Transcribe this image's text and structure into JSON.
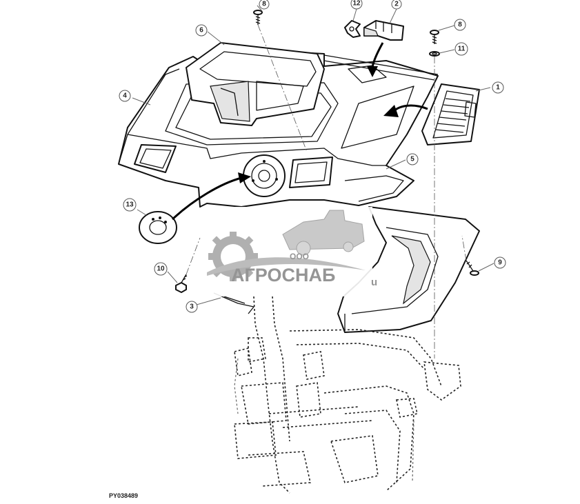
{
  "figure_id": "PY038489",
  "callouts": [
    "1",
    "2",
    "3",
    "4",
    "5",
    "6",
    "8",
    "8",
    "9",
    "10",
    "11",
    "12",
    "13"
  ],
  "watermark": {
    "prefix": "ООО",
    "name": "АГРОСНАБ",
    "suffix": "u"
  },
  "colors": {
    "line": "#111111",
    "watermark": "#8a8a8a",
    "background": "#ffffff"
  }
}
